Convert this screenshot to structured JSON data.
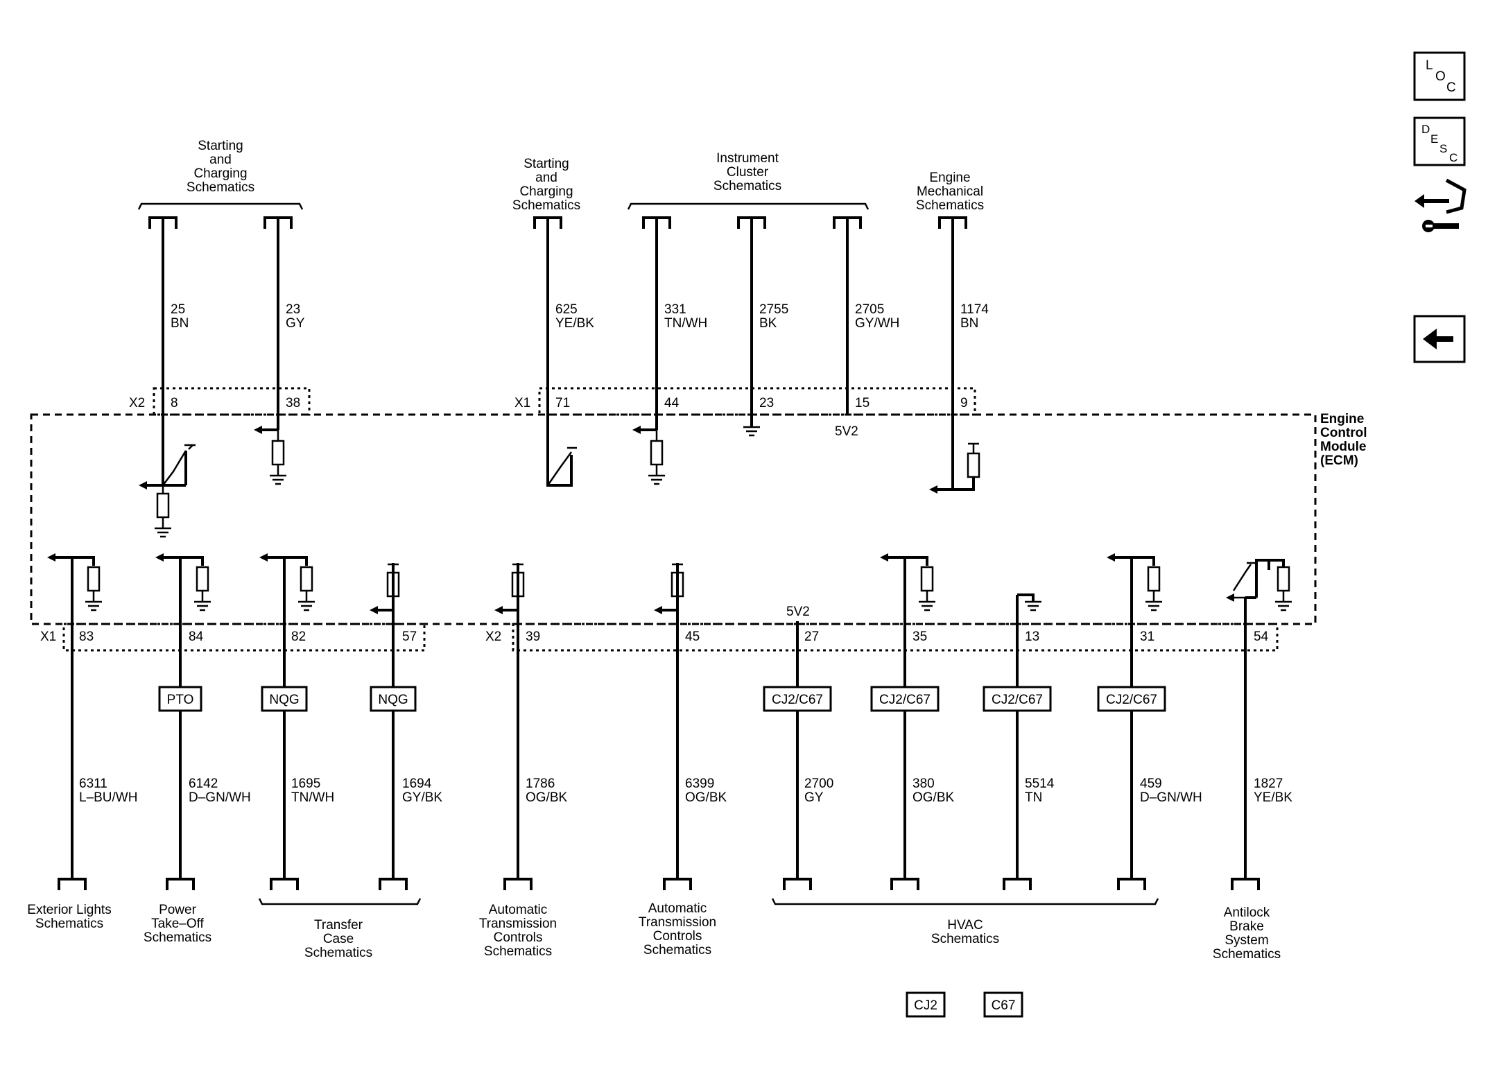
{
  "module": {
    "label_lines": [
      "Engine",
      "Control",
      "Module",
      "(ECM)"
    ]
  },
  "nav": {
    "loc_letters": [
      "L",
      "O",
      "C"
    ],
    "desc_letters": [
      "D",
      "E",
      "S",
      "C"
    ]
  },
  "connectors": {
    "top_x2": "X2",
    "top_x1": "X1",
    "bottom_x1": "X1",
    "bottom_x2": "X2"
  },
  "ref_5v2": "5V2",
  "top_circuits": [
    {
      "pin": "8",
      "circuit": "25",
      "color": "BN"
    },
    {
      "pin": "38",
      "circuit": "23",
      "color": "GY"
    },
    {
      "pin": "71",
      "circuit": "625",
      "color": "YE/BK"
    },
    {
      "pin": "44",
      "circuit": "331",
      "color": "TN/WH"
    },
    {
      "pin": "23",
      "circuit": "2755",
      "color": "BK"
    },
    {
      "pin": "15",
      "circuit": "2705",
      "color": "GY/WH"
    },
    {
      "pin": "9",
      "circuit": "1174",
      "color": "BN"
    }
  ],
  "top_groups": [
    {
      "lines": [
        "Starting",
        "and",
        "Charging",
        "Schematics"
      ]
    },
    {
      "lines": [
        "Starting",
        "and",
        "Charging",
        "Schematics"
      ]
    },
    {
      "lines": [
        "Instrument",
        "Cluster",
        "Schematics"
      ]
    },
    {
      "lines": [
        "Engine",
        "Mechanical",
        "Schematics"
      ]
    }
  ],
  "bottom_circuits": [
    {
      "pin": "83",
      "circuit": "6311",
      "color": "L–BU/WH",
      "option": ""
    },
    {
      "pin": "84",
      "circuit": "6142",
      "color": "D–GN/WH",
      "option": "PTO"
    },
    {
      "pin": "82",
      "circuit": "1695",
      "color": "TN/WH",
      "option": "NQG"
    },
    {
      "pin": "57",
      "circuit": "1694",
      "color": "GY/BK",
      "option": "NQG"
    },
    {
      "pin": "39",
      "circuit": "1786",
      "color": "OG/BK",
      "option": ""
    },
    {
      "pin": "45",
      "circuit": "6399",
      "color": "OG/BK",
      "option": ""
    },
    {
      "pin": "27",
      "circuit": "2700",
      "color": "GY",
      "option": "CJ2/C67"
    },
    {
      "pin": "35",
      "circuit": "380",
      "color": "OG/BK",
      "option": "CJ2/C67"
    },
    {
      "pin": "13",
      "circuit": "5514",
      "color": "TN",
      "option": "CJ2/C67"
    },
    {
      "pin": "31",
      "circuit": "459",
      "color": "D–GN/WH",
      "option": "CJ2/C67"
    },
    {
      "pin": "54",
      "circuit": "1827",
      "color": "YE/BK",
      "option": ""
    }
  ],
  "bottom_groups": [
    {
      "lines": [
        "Exterior Lights",
        "Schematics"
      ]
    },
    {
      "lines": [
        "Power",
        "Take–Off",
        "Schematics"
      ]
    },
    {
      "lines": [
        "Transfer",
        "Case",
        "Schematics"
      ]
    },
    {
      "lines": [
        "Automatic",
        "Transmission",
        "Controls",
        "Schematics"
      ]
    },
    {
      "lines": [
        "Automatic",
        "Transmission",
        "Controls",
        "Schematics"
      ]
    },
    {
      "lines": [
        "HVAC",
        "Schematics"
      ]
    },
    {
      "lines": [
        "Antilock",
        "Brake",
        "System",
        "Schematics"
      ]
    }
  ],
  "legend": [
    "CJ2",
    "C67"
  ]
}
